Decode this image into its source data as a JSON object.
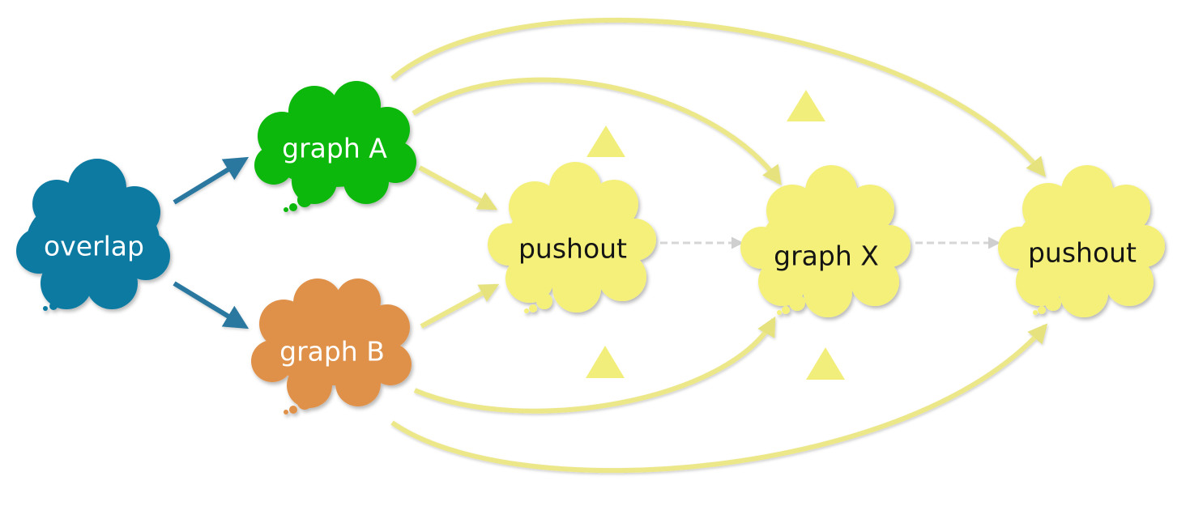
{
  "diagram": {
    "nodes": {
      "overlap": {
        "label": "overlap",
        "color": "#0a7aa2",
        "text_color": "#ffffff"
      },
      "graph_a": {
        "label": "graph A",
        "color": "#08b808",
        "text_color": "#ffffff"
      },
      "graph_b": {
        "label": "graph B",
        "color": "#e0914a",
        "text_color": "#ffffff"
      },
      "pushout_1": {
        "label": "pushout",
        "color": "#f4f07a",
        "text_color": "#141414"
      },
      "graph_x": {
        "label": "graph X",
        "color": "#f4f07a",
        "text_color": "#141414"
      },
      "pushout_2": {
        "label": "pushout",
        "color": "#f4f07a",
        "text_color": "#141414"
      }
    },
    "colors": {
      "blue_arrow": "#2b78a0",
      "yellow_arrow": "#ece88a",
      "dashed_arrow": "#d6d6d6",
      "triangle": "#f2ee7c"
    }
  }
}
